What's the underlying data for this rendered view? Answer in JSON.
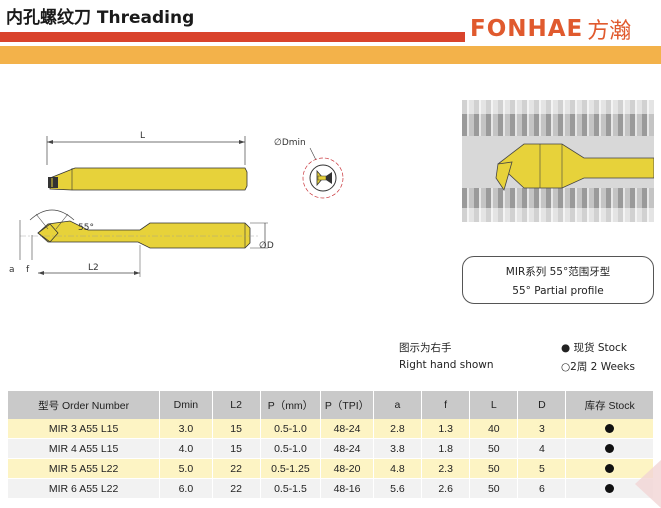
{
  "header": {
    "title": "内孔螺纹刀 Threading"
  },
  "logo": {
    "latin": "FONHAE",
    "cjk": "方瀚"
  },
  "drawing": {
    "label_L": "L",
    "label_dmin": "∅Dmin",
    "label_angle": "55°",
    "label_D": "∅D",
    "label_L2": "L2",
    "label_a": "a",
    "label_f": "f"
  },
  "product_box": {
    "line1": "MIR系列 55°范围牙型",
    "line2": "55° Partial profile"
  },
  "notes": {
    "cn": "图示为右手",
    "en": "Right hand shown",
    "stock": "● 现货 Stock",
    "weeks": "○2周 2 Weeks"
  },
  "table": {
    "headers": [
      "型号 Order Number",
      "Dmin",
      "L2",
      "P（mm）",
      "P（TPI）",
      "a",
      "f",
      "L",
      "D",
      "库存 Stock"
    ],
    "rows": [
      [
        "MIR 3 A55 L15",
        "3.0",
        "15",
        "0.5-1.0",
        "48-24",
        "2.8",
        "1.3",
        "40",
        "3"
      ],
      [
        "MIR 4 A55 L15",
        "4.0",
        "15",
        "0.5-1.0",
        "48-24",
        "3.8",
        "1.8",
        "50",
        "4"
      ],
      [
        "MIR 5 A55 L22",
        "5.0",
        "22",
        "0.5-1.25",
        "48-20",
        "4.8",
        "2.3",
        "50",
        "5"
      ],
      [
        "MIR 6 A55 L22",
        "6.0",
        "22",
        "0.5-1.5",
        "48-16",
        "5.6",
        "2.6",
        "50",
        "6"
      ]
    ],
    "stock": [
      "in-stock",
      "in-stock",
      "in-stock",
      "in-stock"
    ]
  },
  "colors": {
    "red_bar": "#d9432c",
    "orange_bar": "#f3b24a",
    "tool_gold": "#e7d23a",
    "row_yellow": "#fdf4c4",
    "row_gray": "#f2f2f2",
    "header_gray": "#c9c9c9"
  }
}
